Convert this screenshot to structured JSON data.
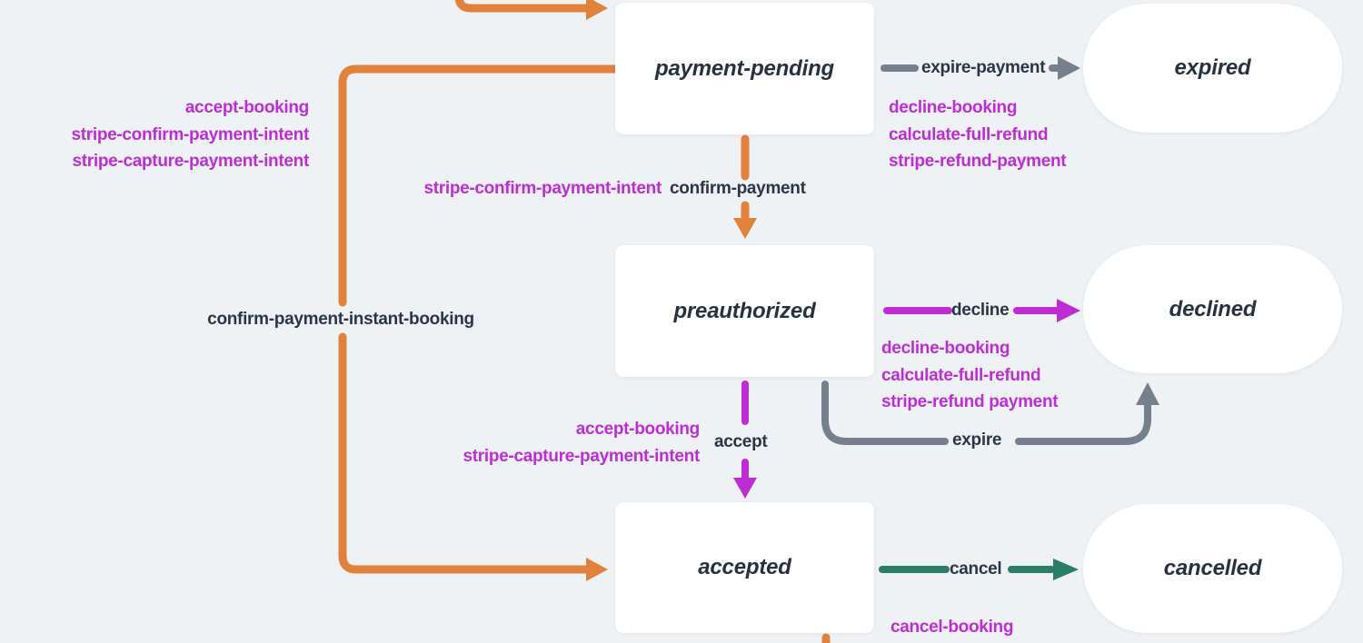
{
  "colors": {
    "background": "#EFF2F5",
    "node_fill": "#FFFFFF",
    "state_text": "#273240",
    "event_text": "#2A3647",
    "action_text": "#BD2DD3",
    "wire_orange": "#E0813C",
    "wire_gray": "#76808C",
    "wire_magenta": "#BD2DD3",
    "wire_teal": "#2B7D63"
  },
  "states": [
    {
      "label": "payment-pending",
      "kind": "state"
    },
    {
      "label": "preauthorized",
      "kind": "state"
    },
    {
      "label": "accepted",
      "kind": "state"
    },
    {
      "label": "expired",
      "kind": "terminal"
    },
    {
      "label": "declined",
      "kind": "terminal"
    },
    {
      "label": "cancelled",
      "kind": "terminal"
    }
  ],
  "transitions": {
    "instant_booking": {
      "event": "confirm-payment-instant-booking",
      "actions": [
        "accept-booking",
        "stripe-confirm-payment-intent",
        "stripe-capture-payment-intent"
      ]
    },
    "confirm_payment": {
      "event": "confirm-payment",
      "actions": [
        "stripe-confirm-payment-intent"
      ]
    },
    "expire_payment": {
      "event": "expire-payment",
      "actions": [
        "decline-booking",
        "calculate-full-refund",
        "stripe-refund-payment"
      ]
    },
    "decline": {
      "event": "decline",
      "actions": [
        "decline-booking",
        "calculate-full-refund",
        "stripe-refund payment"
      ]
    },
    "accept": {
      "event": "accept",
      "actions": [
        "accept-booking",
        "stripe-capture-payment-intent"
      ]
    },
    "expire": {
      "event": "expire"
    },
    "cancel": {
      "event": "cancel",
      "actions": [
        "cancel-booking"
      ]
    }
  }
}
